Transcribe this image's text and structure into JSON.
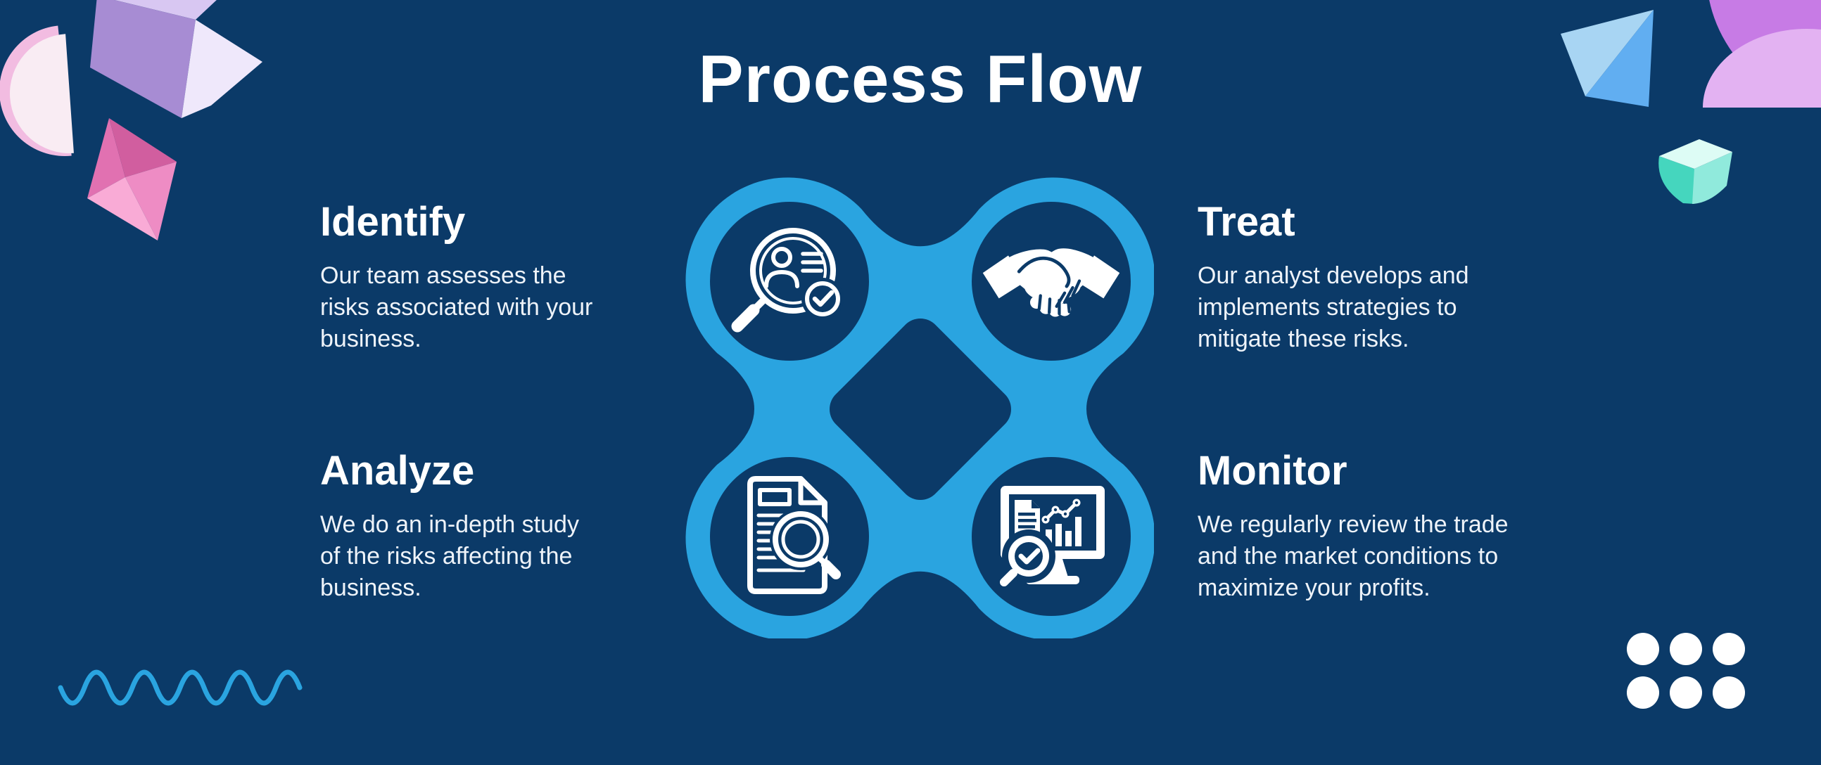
{
  "title": "Process Flow",
  "colors": {
    "background": "#0b3a68",
    "accent_blue": "#2aa4e0",
    "icon_white": "#ffffff"
  },
  "steps": [
    {
      "label": "Identify",
      "icon": "search-profile-icon",
      "lines": [
        "Our team assesses the",
        "risks associated with your",
        "business."
      ]
    },
    {
      "label": "Treat",
      "icon": "handshake-icon",
      "lines": [
        "Our analyst develops and",
        "implements strategies to",
        "mitigate these risks."
      ]
    },
    {
      "label": "Analyze",
      "icon": "document-magnifier-icon",
      "lines": [
        "We do an in-depth study",
        "of the risks affecting the",
        "business."
      ]
    },
    {
      "label": "Monitor",
      "icon": "monitor-analytics-icon",
      "lines": [
        "We regularly review the trade",
        "and the market conditions to",
        "maximize your profits."
      ]
    }
  ],
  "decorations": [
    "half-circle-decoration",
    "cube-decoration",
    "diamond-decoration",
    "triangle-gem-decoration",
    "corner-arc-decoration",
    "mint-cube-decoration",
    "wave-line-decoration",
    "dots-grid-decoration"
  ]
}
